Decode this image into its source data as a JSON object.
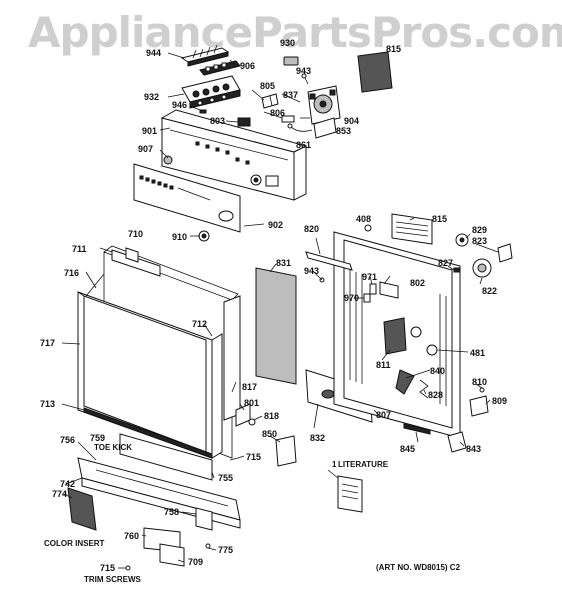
{
  "watermark": "AppliancePartsPros.com",
  "callouts": {
    "c944": "944",
    "c906": "906",
    "c815top": "815",
    "c930": "930",
    "c943a": "943",
    "c932": "932",
    "c805": "805",
    "c837": "837",
    "c946": "946",
    "c806": "806",
    "c904": "904",
    "c901": "901",
    "c803": "803",
    "c853": "853",
    "c861": "861",
    "c907": "907",
    "c902": "902",
    "c910": "910",
    "c408": "408",
    "c815": "815",
    "c829": "829",
    "c823": "823",
    "c820": "820",
    "c710": "710",
    "c711": "711",
    "c716": "716",
    "c831": "831",
    "c943b": "943",
    "c971": "971",
    "c802": "802",
    "c827": "827",
    "c822": "822",
    "c970": "970",
    "c712": "712",
    "c717": "717",
    "c811": "811",
    "c481": "481",
    "c840": "840",
    "c817": "817",
    "c810": "810",
    "c801": "801",
    "c828": "828",
    "c809": "809",
    "c713": "713",
    "c818": "818",
    "c807": "807",
    "c832": "832",
    "c850": "850",
    "c845": "845",
    "c843": "843",
    "c759": "759",
    "c756": "756",
    "c715a": "715",
    "c755": "755",
    "c742": "742",
    "c774": "774",
    "c758": "758",
    "c760": "760",
    "c775": "775",
    "c709": "709",
    "c715b": "715"
  },
  "captions": {
    "toe_kick": "TOE KICK",
    "literature": "LITERATURE",
    "literature_num": "1",
    "color_insert": "COLOR INSERT",
    "trim_screws": "TRIM SCREWS",
    "art_no": "(ART NO. WD8015) C2"
  }
}
